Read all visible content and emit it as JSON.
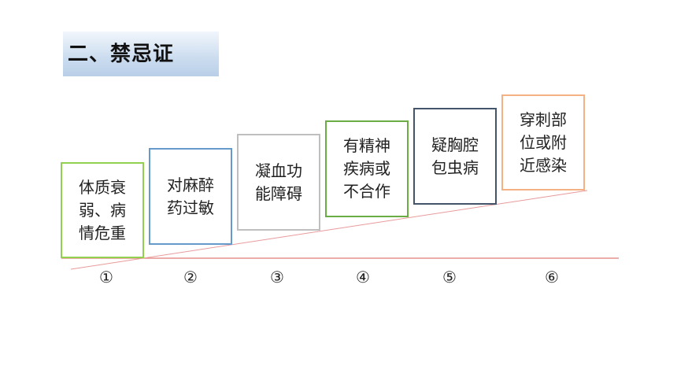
{
  "title": "二、禁忌证",
  "colors": {
    "baseline": "#e07b7b",
    "slope": "#e89a9a",
    "box_green": "#92d050",
    "box_blue": "#6699cc",
    "box_gray": "#bfbfbf",
    "box_green_dark": "#6aad45",
    "box_navy": "#44546a",
    "box_orange": "#f4b183"
  },
  "steps": [
    {
      "label": "体质衰\n弱、病\n情危重",
      "number": "①"
    },
    {
      "label": "对麻醉\n药过敏",
      "number": "②"
    },
    {
      "label": "凝血功\n能障碍",
      "number": "③"
    },
    {
      "label": "有精神\n疾病或\n不合作",
      "number": "④"
    },
    {
      "label": "疑胸腔\n包虫病",
      "number": "⑤"
    },
    {
      "label": "穿刺部\n位或附\n近感染",
      "number": "⑥"
    }
  ]
}
